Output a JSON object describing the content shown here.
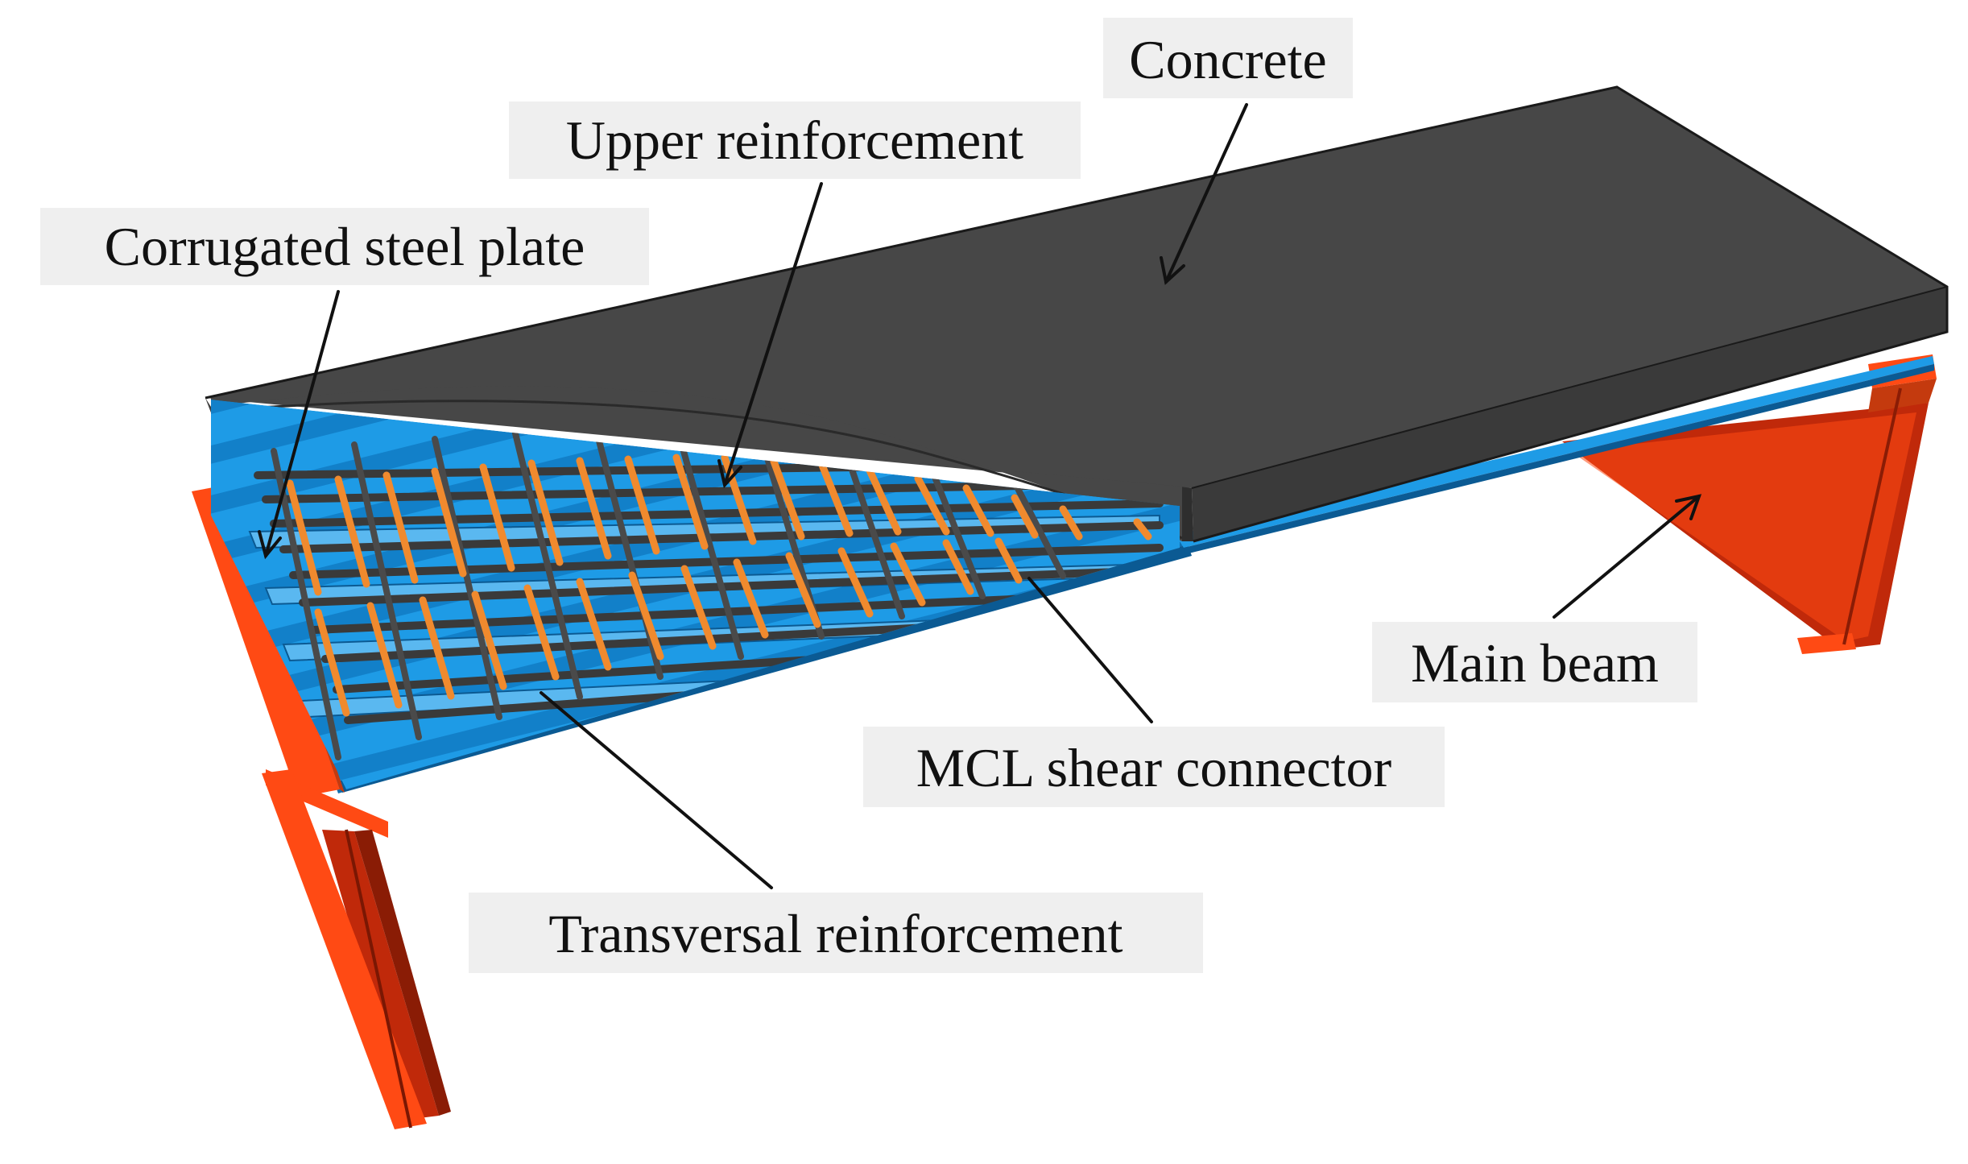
{
  "labels": {
    "concrete": "Concrete",
    "upper_reinforcement": "Upper reinforcement",
    "corrugated_steel_plate": "Corrugated steel plate",
    "main_beam": "Main beam",
    "mcl_shear_connector": "MCL shear connector",
    "transversal_reinforcement": "Transversal reinforcement"
  },
  "colors": {
    "concrete": "#474747",
    "concrete_edge": "#2e2e2e",
    "steel_plate": "#1e9be6",
    "steel_plate_dark": "#0f6fb0",
    "main_beam": "#ff4a14",
    "main_beam_dark": "#b5260a",
    "rebar": "#3a3a3a",
    "connector_bar": "#f08a2e",
    "label_background": "#efefef"
  }
}
